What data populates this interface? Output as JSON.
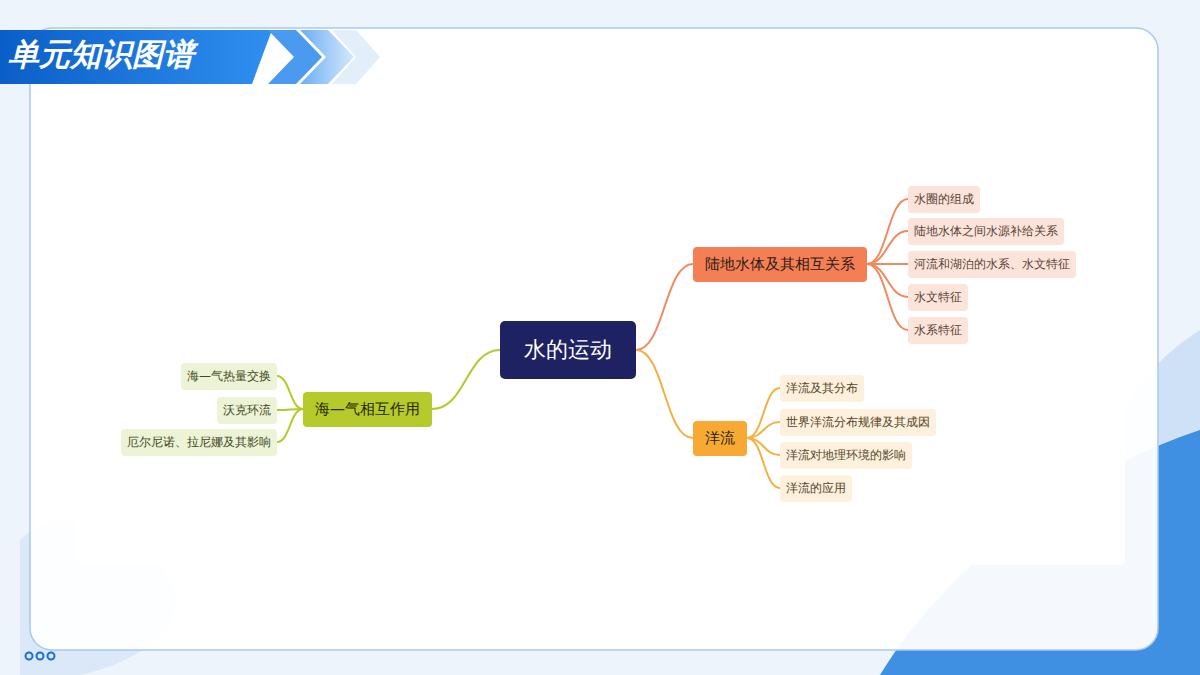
{
  "diagram": {
    "title": "单元知识图谱",
    "nodes": [
      {
        "text": [
          "水的运动"
        ]
      },
      {
        "text": [
          "陆地水体及其相互关系"
        ]
      },
      {
        "text": [
          "水圈的组成"
        ]
      },
      {
        "text": [
          "陆地水体之间水源补给关系"
        ]
      },
      {
        "text": [
          "河流和湖泊的水系、水文特征"
        ]
      },
      {
        "text": [
          "水文特征"
        ]
      },
      {
        "text": [
          "水系特征"
        ]
      },
      {
        "text": [
          "洋流"
        ]
      },
      {
        "text": [
          "洋流及其分布"
        ]
      },
      {
        "text": [
          "世界洋流分布规律及其成因"
        ]
      },
      {
        "text": [
          "洋流对地理环境的影响"
        ]
      },
      {
        "text": [
          "洋流的应用"
        ]
      },
      {
        "text": [
          "海—气相互作用"
        ]
      },
      {
        "text": [
          "海—气热量交换"
        ]
      },
      {
        "text": [
          "沃克环流"
        ]
      },
      {
        "text": [
          "厄尔尼诺、拉尼娜及其影响"
        ]
      }
    ],
    "edges": [
      {
        "from": 0,
        "to": 1,
        "arrow": "none"
      },
      {
        "from": 1,
        "to": 2,
        "arrow": "none"
      },
      {
        "from": 1,
        "to": 3,
        "arrow": "none"
      },
      {
        "from": 1,
        "to": 4,
        "arrow": "none"
      },
      {
        "from": 1,
        "to": 5,
        "arrow": "none"
      },
      {
        "from": 1,
        "to": 6,
        "arrow": "none"
      },
      {
        "from": 0,
        "to": 7,
        "arrow": "none"
      },
      {
        "from": 7,
        "to": 8,
        "arrow": "none"
      },
      {
        "from": 7,
        "to": 9,
        "arrow": "none"
      },
      {
        "from": 7,
        "to": 10,
        "arrow": "none"
      },
      {
        "from": 7,
        "to": 11,
        "arrow": "none"
      },
      {
        "from": 0,
        "to": 12,
        "arrow": "none"
      },
      {
        "from": 12,
        "to": 13,
        "arrow": "none"
      },
      {
        "from": 12,
        "to": 14,
        "arrow": "none"
      },
      {
        "from": 12,
        "to": 15,
        "arrow": "none"
      }
    ]
  }
}
